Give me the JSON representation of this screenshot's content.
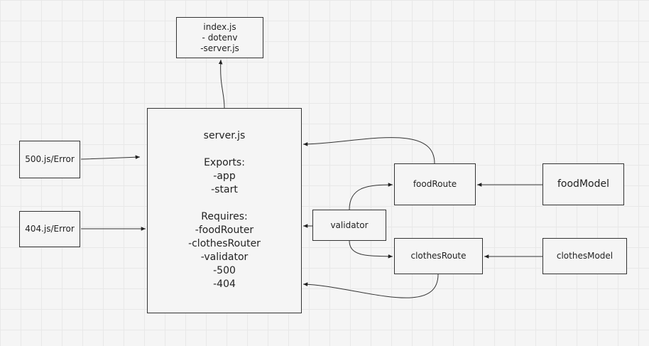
{
  "nodes": {
    "index": {
      "lines": [
        "index.js",
        "- dotenv",
        "-server.js"
      ]
    },
    "server": {
      "title": "server.js",
      "exports_heading": "Exports:",
      "exports": [
        "-app",
        "-start"
      ],
      "requires_heading": "Requires:",
      "requires": [
        "-foodRouter",
        "-clothesRouter",
        "-validator",
        "-500",
        "-404"
      ]
    },
    "error500": {
      "label": "500.js/Error"
    },
    "error404": {
      "label": "404.js/Error"
    },
    "foodRoute": {
      "label": "foodRoute"
    },
    "validator": {
      "label": "validator"
    },
    "clothesRoute": {
      "label": "clothesRoute"
    },
    "foodModel": {
      "label": "foodModel"
    },
    "clothesModel": {
      "label": "clothesModel"
    }
  },
  "colors": {
    "background": "#f5f5f5",
    "grid": "#e8e8e8",
    "stroke": "#333333"
  }
}
